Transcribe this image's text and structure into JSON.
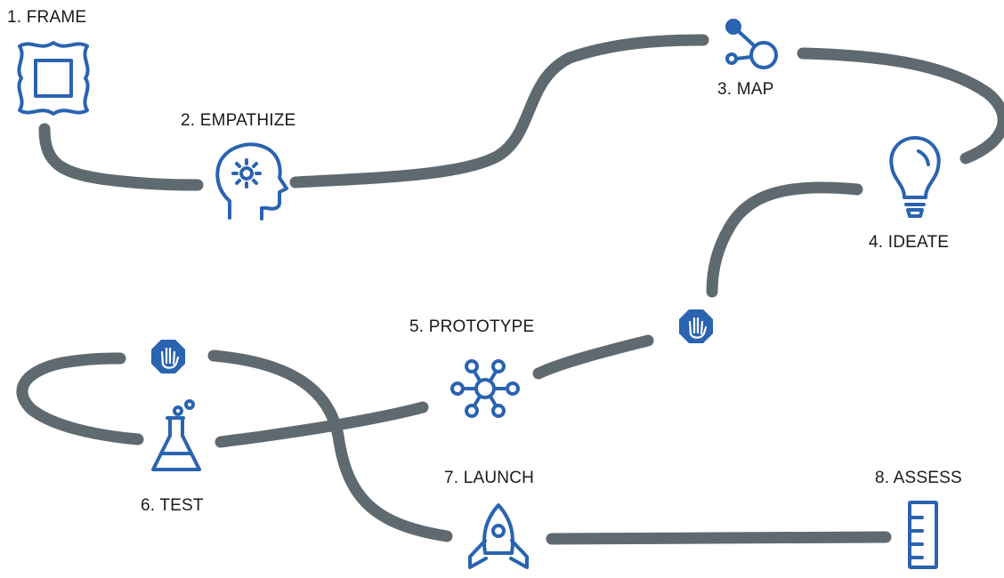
{
  "steps": [
    {
      "label": "1. FRAME",
      "icon": "frame-icon"
    },
    {
      "label": "2. EMPATHIZE",
      "icon": "head-gear-icon"
    },
    {
      "label": "3. MAP",
      "icon": "share-nodes-icon"
    },
    {
      "label": "4. IDEATE",
      "icon": "lightbulb-icon"
    },
    {
      "label": "5. PROTOTYPE",
      "icon": "network-icon"
    },
    {
      "label": "6. TEST",
      "icon": "flask-icon"
    },
    {
      "label": "7. LAUNCH",
      "icon": "rocket-icon"
    },
    {
      "label": "8. ASSESS",
      "icon": "ruler-icon"
    }
  ],
  "stops": [
    {
      "icon": "stop-hand-icon"
    },
    {
      "icon": "stop-hand-icon"
    }
  ],
  "colors": {
    "path": "#5f6a70",
    "icon": "#2a63b0",
    "text": "#1a1a1a"
  }
}
